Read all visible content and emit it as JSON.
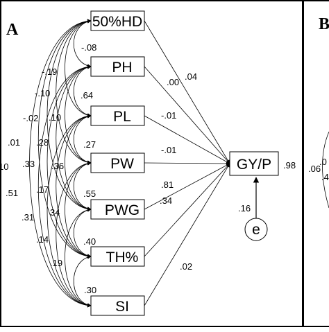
{
  "panels": [
    {
      "id": "A",
      "label": "A"
    },
    {
      "id": "B",
      "label": "B"
    }
  ],
  "variables": [
    {
      "id": "hd",
      "label": "50%HD"
    },
    {
      "id": "ph",
      "label": "PH"
    },
    {
      "id": "pl",
      "label": "PL"
    },
    {
      "id": "pw",
      "label": "PW"
    },
    {
      "id": "pwg",
      "label": "PWG"
    },
    {
      "id": "th",
      "label": "TH%"
    },
    {
      "id": "si",
      "label": "SI"
    }
  ],
  "outcome": {
    "id": "gyp",
    "label": "GY/P",
    "r_squared": ".98"
  },
  "error": {
    "label": "e",
    "coefficient": ".16"
  },
  "direct_paths": [
    {
      "from": "hd",
      "value": ".00"
    },
    {
      "from": "ph",
      "value": ".04"
    },
    {
      "from": "pl",
      "value": "-.01"
    },
    {
      "from": "pw",
      "value": "-.01"
    },
    {
      "from": "pwg",
      "value": ".81"
    },
    {
      "from": "th",
      "value": ".34"
    },
    {
      "from": "si",
      "value": ".02"
    }
  ],
  "correlations": [
    {
      "a": "hd",
      "b": "ph",
      "value": "-.08"
    },
    {
      "a": "hd",
      "b": "pl",
      "value": "-.19"
    },
    {
      "a": "hd",
      "b": "pw",
      "value": "-.10"
    },
    {
      "a": "hd",
      "b": "pwg",
      "value": "-.02"
    },
    {
      "a": "hd",
      "b": "th",
      "value": ".01"
    },
    {
      "a": "hd",
      "b": "si",
      "value": "10"
    },
    {
      "a": "ph",
      "b": "pl",
      "value": ".64"
    },
    {
      "a": "ph",
      "b": "pw",
      "value": ".10"
    },
    {
      "a": "ph",
      "b": "pwg",
      "value": ".28"
    },
    {
      "a": "ph",
      "b": "th",
      "value": ".33"
    },
    {
      "a": "ph",
      "b": "si",
      "value": ".51"
    },
    {
      "a": "pl",
      "b": "pw",
      "value": ".27"
    },
    {
      "a": "pl",
      "b": "pwg",
      "value": ".36"
    },
    {
      "a": "pl",
      "b": "th",
      "value": ".17"
    },
    {
      "a": "pl",
      "b": "si",
      "value": ".31"
    },
    {
      "a": "pw",
      "b": "pwg",
      "value": ".55"
    },
    {
      "a": "pw",
      "b": "th",
      "value": "34"
    },
    {
      "a": "pw",
      "b": "si",
      "value": ".14"
    },
    {
      "a": "pwg",
      "b": "th",
      "value": ".40"
    },
    {
      "a": "pwg",
      "b": "si",
      "value": ".19"
    },
    {
      "a": "th",
      "b": "si",
      "value": ".30"
    }
  ],
  "panel_b_fragments": [
    ".0",
    ".06",
    ".4"
  ]
}
